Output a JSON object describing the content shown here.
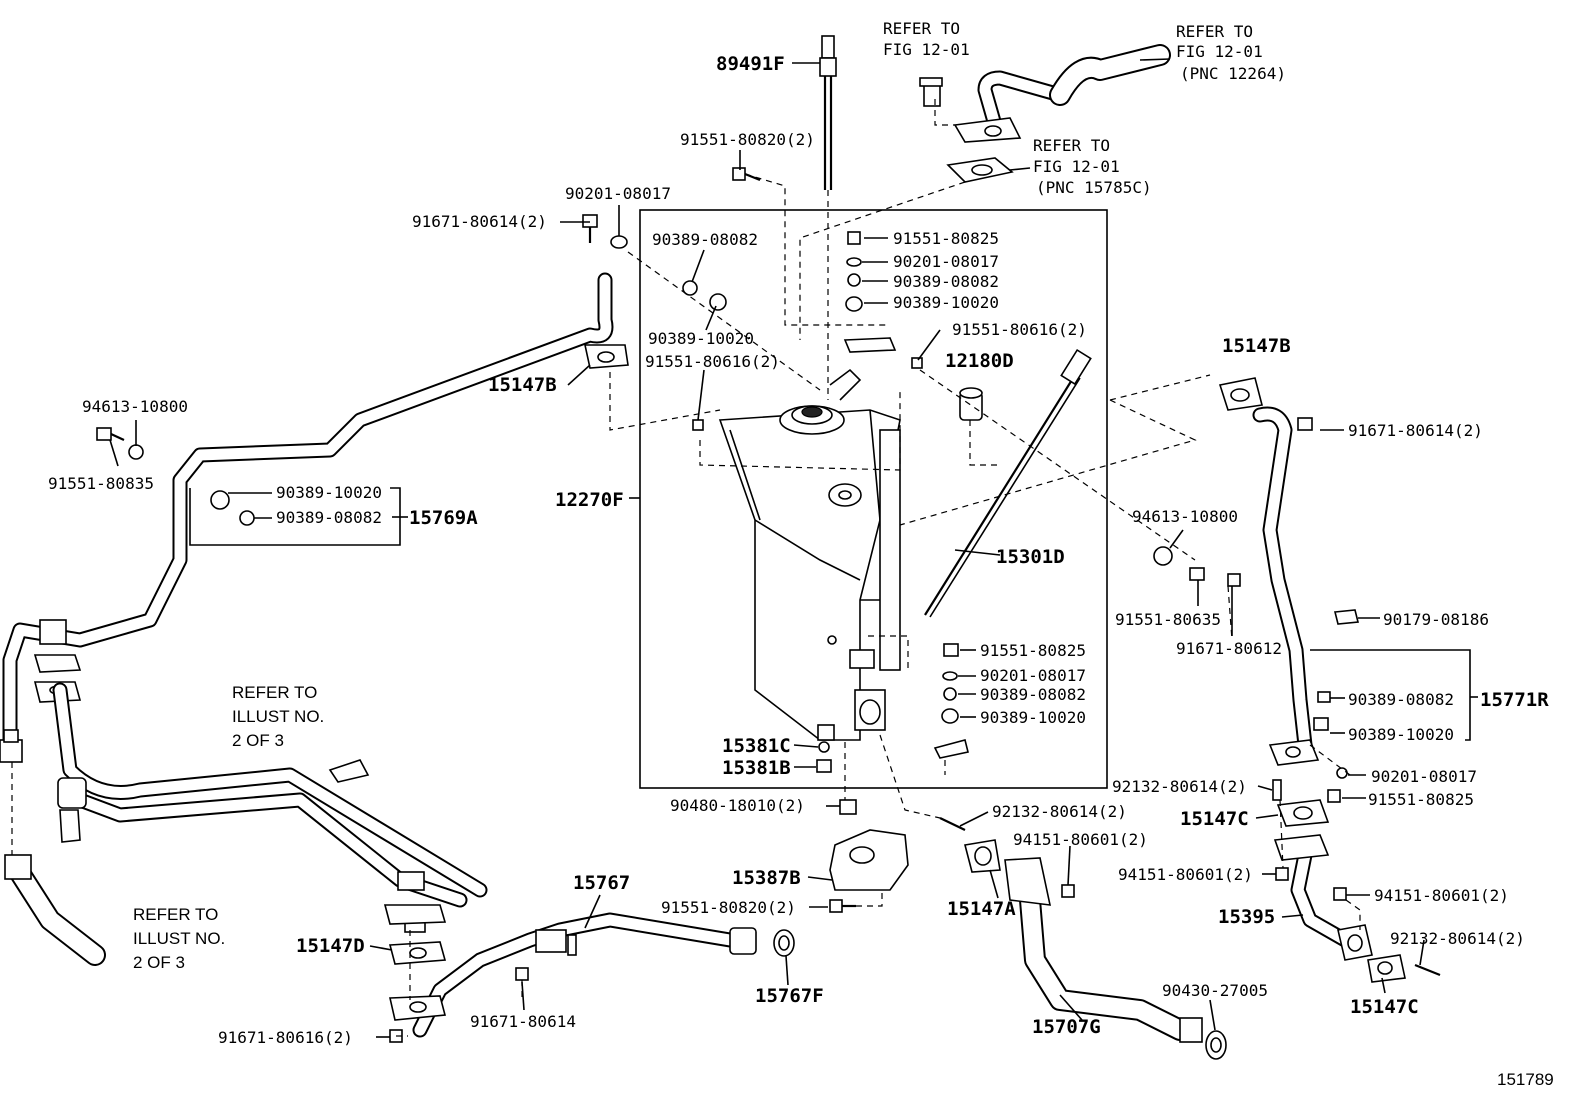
{
  "labels": {
    "p89491F": "89491F",
    "refer_top1_l1": "REFER TO",
    "refer_top1_l2": "FIG 12-01",
    "refer_top2_l1": "REFER TO",
    "refer_top2_l2": "FIG 12-01",
    "refer_top2_l3": "(PNC 12264)",
    "refer_top3_l1": "REFER TO",
    "refer_top3_l2": "FIG 12-01",
    "refer_top3_l3": "(PNC 15785C)",
    "p91551_80820_2_top": "91551-80820(2)",
    "p90201_08017_top": "90201-08017",
    "p91671_80614_2_left": "91671-80614(2)",
    "p90389_08082_a": "90389-08082",
    "p90389_10020_a": "90389-10020",
    "p91551_80616_2_a": "91551-80616(2)",
    "p91551_80825_a": "91551-80825",
    "p90201_08017_b": "90201-08017",
    "p90389_08082_b": "90389-08082",
    "p90389_10020_b": "90389-10020",
    "p91551_80616_2_b": "91551-80616(2)",
    "p12180D": "12180D",
    "p15147B_left": "15147B",
    "p15147B_right": "15147B",
    "p91671_80614_2_right": "91671-80614(2)",
    "p94613_10800_left": "94613-10800",
    "p91551_80835": "91551-80835",
    "p90389_10020_c": "90389-10020",
    "p90389_08082_c": "90389-08082",
    "p15769A": "15769A",
    "p12270F": "12270F",
    "p15301D": "15301D",
    "p94613_10800_right": "94613-10800",
    "p91551_80635": "91551-80635",
    "p91671_80612": "91671-80612",
    "p90179_08186": "90179-08186",
    "p91551_80825_c": "91551-80825",
    "p90201_08017_c": "90201-08017",
    "p90389_08082_d": "90389-08082",
    "p90389_10020_d": "90389-10020",
    "p90389_08082_e": "90389-08082",
    "p15771R": "15771R",
    "p90389_10020_e": "90389-10020",
    "p90201_08017_d": "90201-08017",
    "p91551_80825_d": "91551-80825",
    "p92132_80614_2_a": "92132-80614(2)",
    "p15147C_a": "15147C",
    "p15381C": "15381C",
    "p15381B": "15381B",
    "p90480_18010_2": "90480-18010(2)",
    "p92132_80614_2_b": "92132-80614(2)",
    "p94151_80601_2_a": "94151-80601(2)",
    "p94151_80601_2_b": "94151-80601(2)",
    "p94151_80601_2_c": "94151-80601(2)",
    "p15387B": "15387B",
    "p91551_80820_2_b": "91551-80820(2)",
    "p15147A": "15147A",
    "p15395": "15395",
    "p92132_80614_2_c": "92132-80614(2)",
    "p15767": "15767",
    "p15147D": "15147D",
    "p15767F": "15767F",
    "p91671_80614": "91671-80614",
    "p91671_80616_2": "91671-80616(2)",
    "p90430_27005": "90430-27005",
    "p15707G": "15707G",
    "p15147C_b": "15147C",
    "refer_illust1_l1": "REFER TO",
    "refer_illust1_l2": "ILLUST NO.",
    "refer_illust1_l3": "2 OF 3",
    "refer_illust2_l1": "REFER TO",
    "refer_illust2_l2": "ILLUST NO.",
    "refer_illust2_l3": "2 OF 3",
    "figure_number": "151789"
  }
}
